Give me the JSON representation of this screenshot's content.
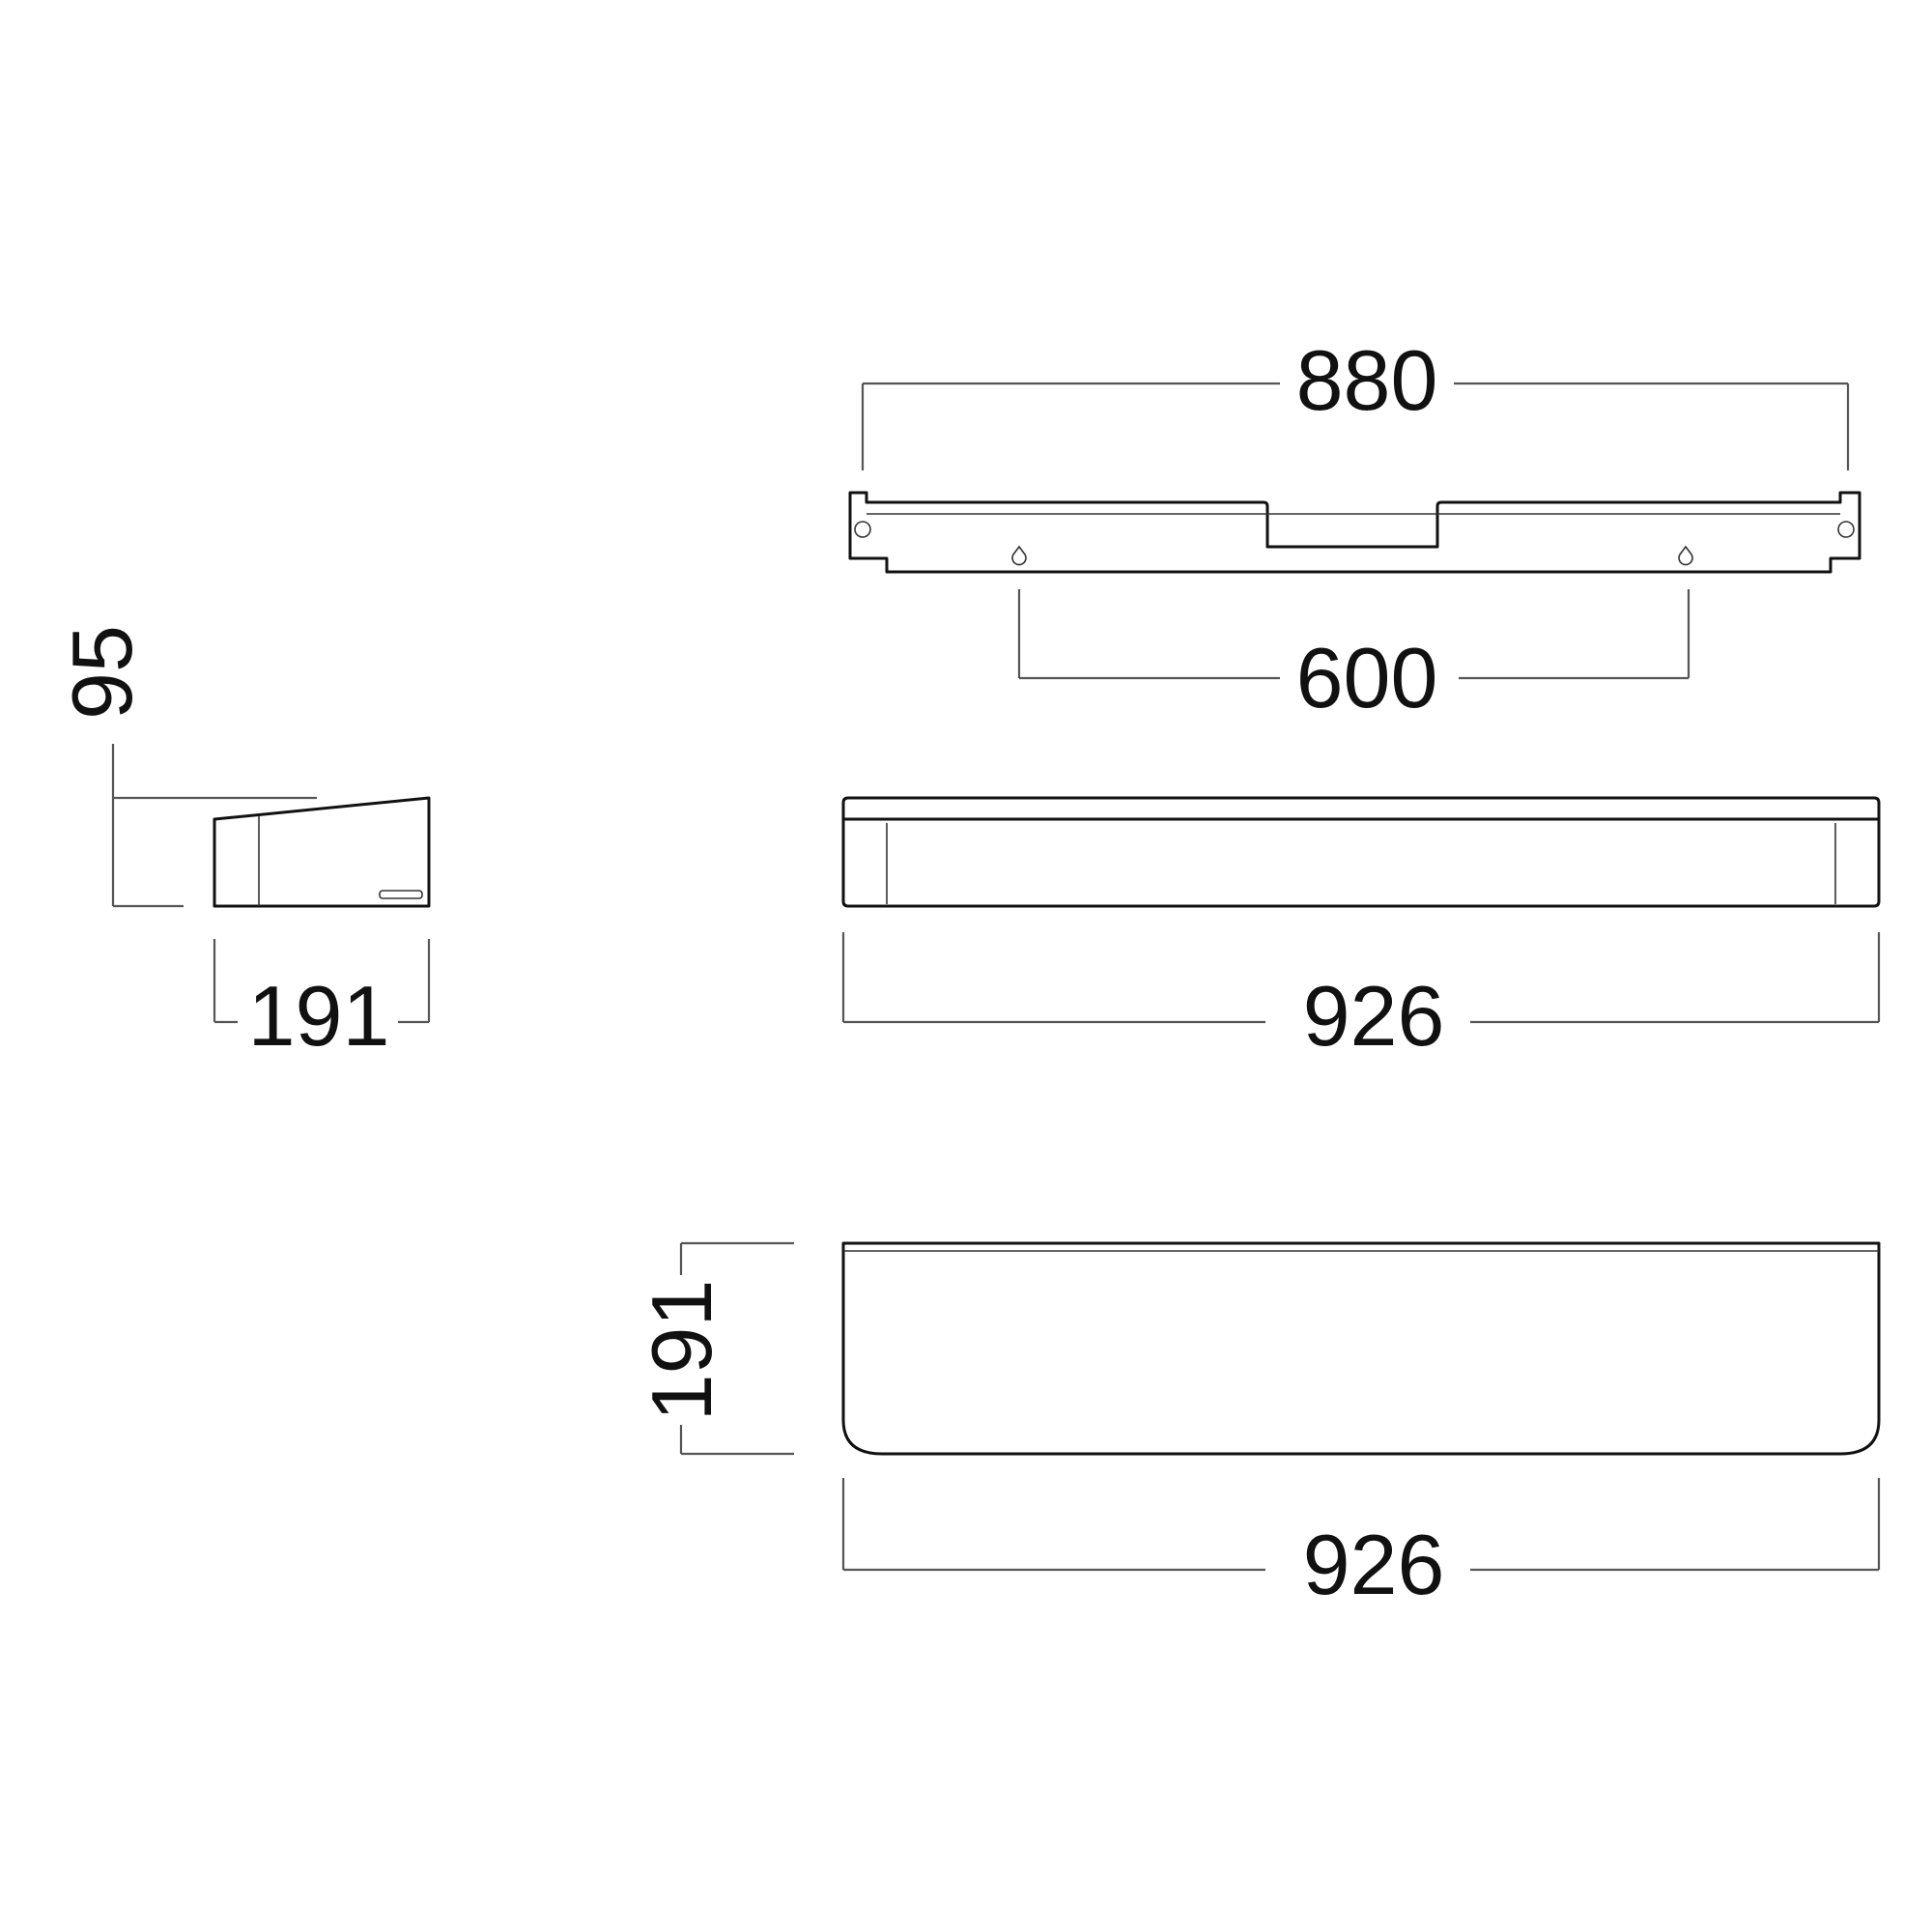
{
  "drawing": {
    "side_view": {
      "height_label": "95",
      "depth_label": "191"
    },
    "mounting_plate": {
      "overall_label": "880",
      "hole_spacing_label": "600"
    },
    "front_view": {
      "length_label": "926"
    },
    "top_view": {
      "depth_label": "191",
      "length_label": "926"
    }
  },
  "colors": {
    "line": "#111111",
    "dimension": "#555555",
    "background": "#ffffff"
  }
}
